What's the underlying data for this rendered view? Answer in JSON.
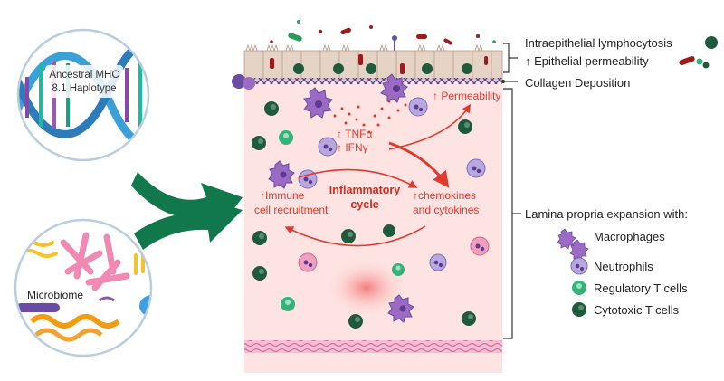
{
  "left": {
    "dna_label_line1": "Ancestral MHC",
    "dna_label_line2": "8.1 Haplotype",
    "microbiome_label": "Microbiome"
  },
  "center": {
    "tnf": "↑ TNFα",
    "ifn": "↑ IFNγ",
    "permeability": "↑ Permeability",
    "cycle_line1": "Inflammatory",
    "cycle_line2": "cycle",
    "immune_line1": "↑Immune",
    "immune_line2": "cell recruitment",
    "chemokines_line1": "↑chemokines",
    "chemokines_line2": "and cytokines"
  },
  "right": {
    "intraepithelial": "Intraepithelial lymphocytosis",
    "epithelial_perm": "↑ Epithelial permeability",
    "collagen": "Collagen Deposition",
    "lamina": "Lamina propria expansion with:",
    "macrophages": "Macrophages",
    "neutrophils": "Neutrophils",
    "regulatory": "Regulatory T cells",
    "cytotoxic": "Cytotoxic T cells"
  },
  "colors": {
    "tissue": "#fde3e1",
    "accent_red": "#e03a2f",
    "arrow_green": "#10784a",
    "cytotoxic": "#1f5a3c",
    "regulatory": "#35b27a",
    "macrophage": "#9b6bc4",
    "neutrophil": "#b7a8e0"
  }
}
